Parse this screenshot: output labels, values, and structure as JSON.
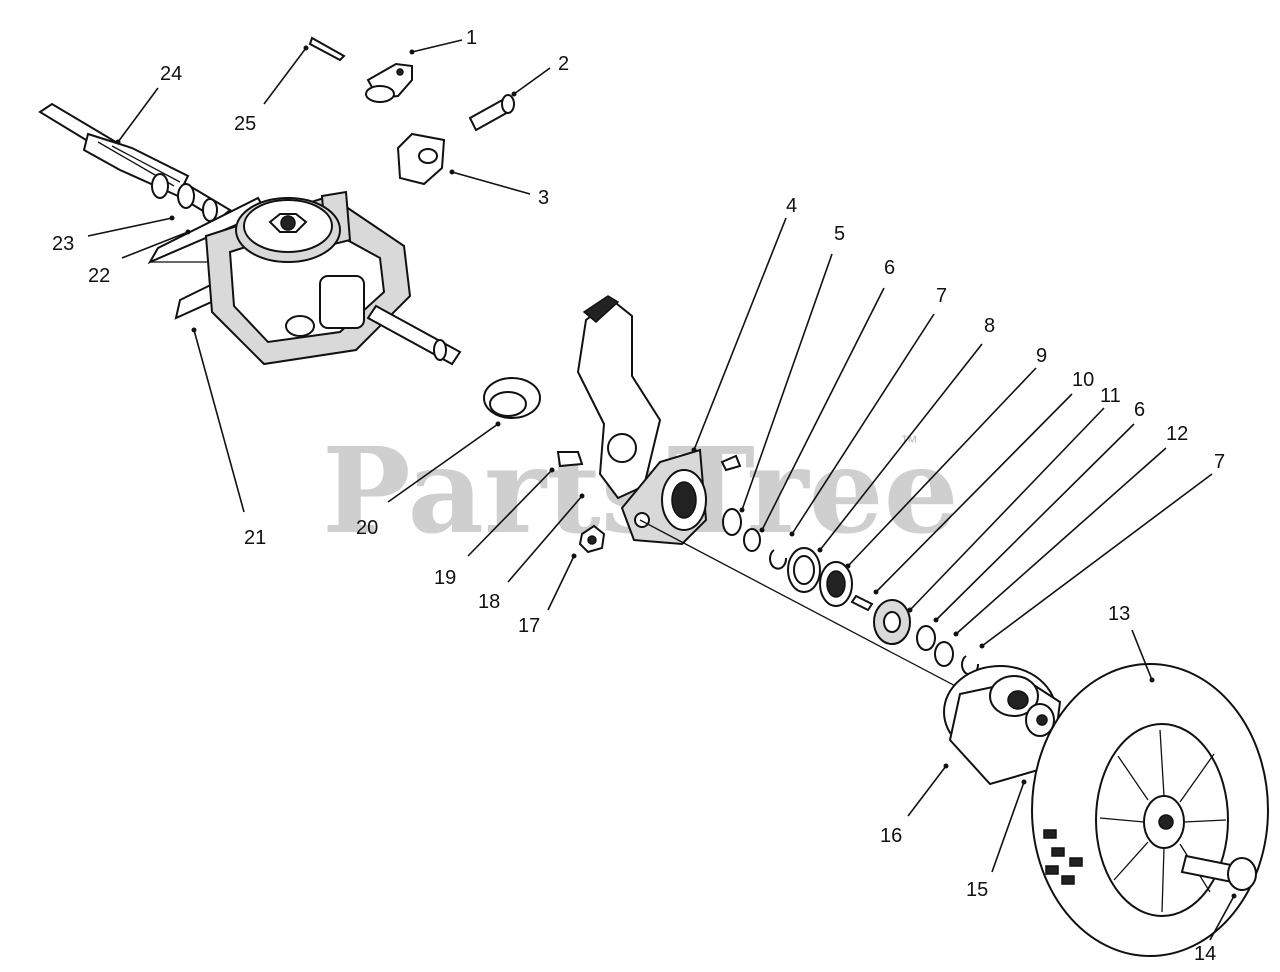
{
  "watermark": {
    "text": "PartsTree",
    "trademark": "™"
  },
  "callouts": [
    {
      "id": "c1",
      "label": "1"
    },
    {
      "id": "c2",
      "label": "2"
    },
    {
      "id": "c3",
      "label": "3"
    },
    {
      "id": "c4",
      "label": "4"
    },
    {
      "id": "c5",
      "label": "5"
    },
    {
      "id": "c6a",
      "label": "6"
    },
    {
      "id": "c7a",
      "label": "7"
    },
    {
      "id": "c8",
      "label": "8"
    },
    {
      "id": "c9",
      "label": "9"
    },
    {
      "id": "c10",
      "label": "10"
    },
    {
      "id": "c11",
      "label": "11"
    },
    {
      "id": "c6b",
      "label": "6"
    },
    {
      "id": "c12",
      "label": "12"
    },
    {
      "id": "c7b",
      "label": "7"
    },
    {
      "id": "c13",
      "label": "13"
    },
    {
      "id": "c14",
      "label": "14"
    },
    {
      "id": "c15",
      "label": "15"
    },
    {
      "id": "c16",
      "label": "16"
    },
    {
      "id": "c17",
      "label": "17"
    },
    {
      "id": "c18",
      "label": "18"
    },
    {
      "id": "c19",
      "label": "19"
    },
    {
      "id": "c20",
      "label": "20"
    },
    {
      "id": "c21",
      "label": "21"
    },
    {
      "id": "c22",
      "label": "22"
    },
    {
      "id": "c23",
      "label": "23"
    },
    {
      "id": "c24",
      "label": "24"
    },
    {
      "id": "c25",
      "label": "25"
    }
  ]
}
